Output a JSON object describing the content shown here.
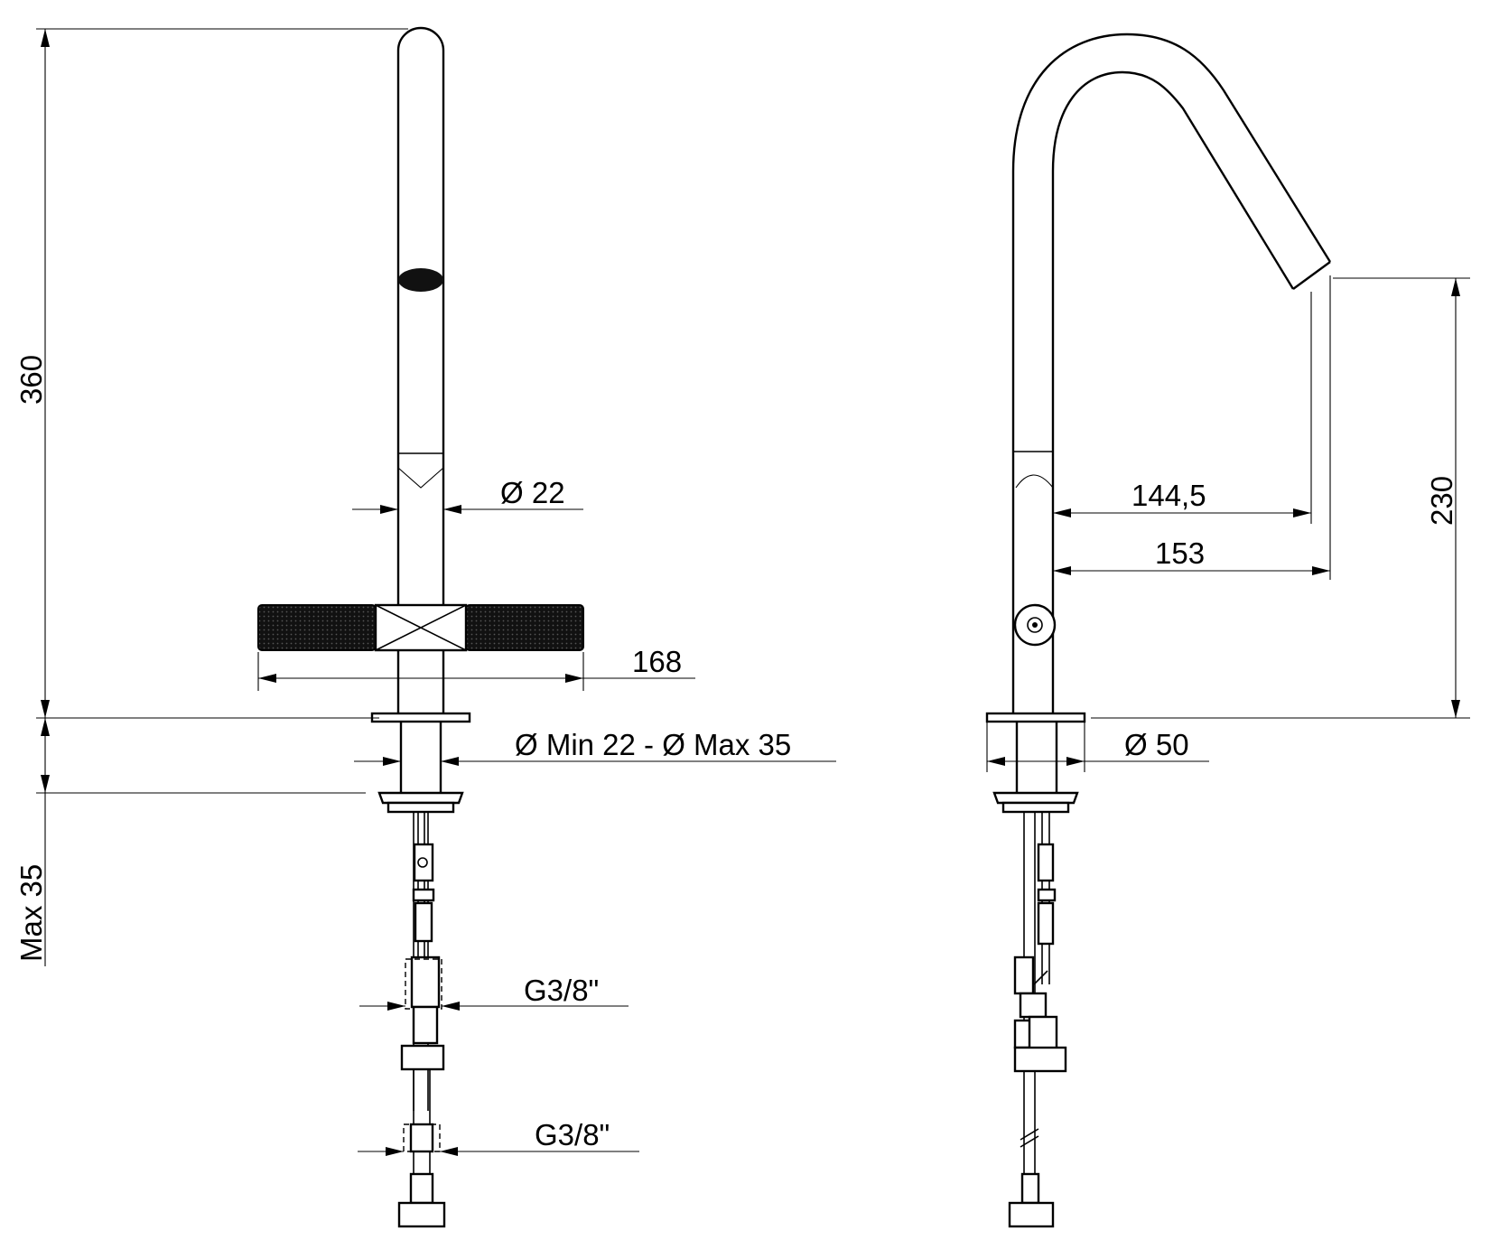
{
  "dimensions": {
    "height_total": "360",
    "spout_diameter": "Ø  22",
    "handle_width": "168",
    "hole_diameter": "Ø Min 22 - Ø Max 35",
    "deck_thickness": "Max 35",
    "hose_connection_upper": "G3/8\"",
    "hose_connection_lower": "G3/8\"",
    "reach_inner": "144,5",
    "reach_outer": "153",
    "spout_height": "230",
    "base_diameter": "Ø  50"
  }
}
